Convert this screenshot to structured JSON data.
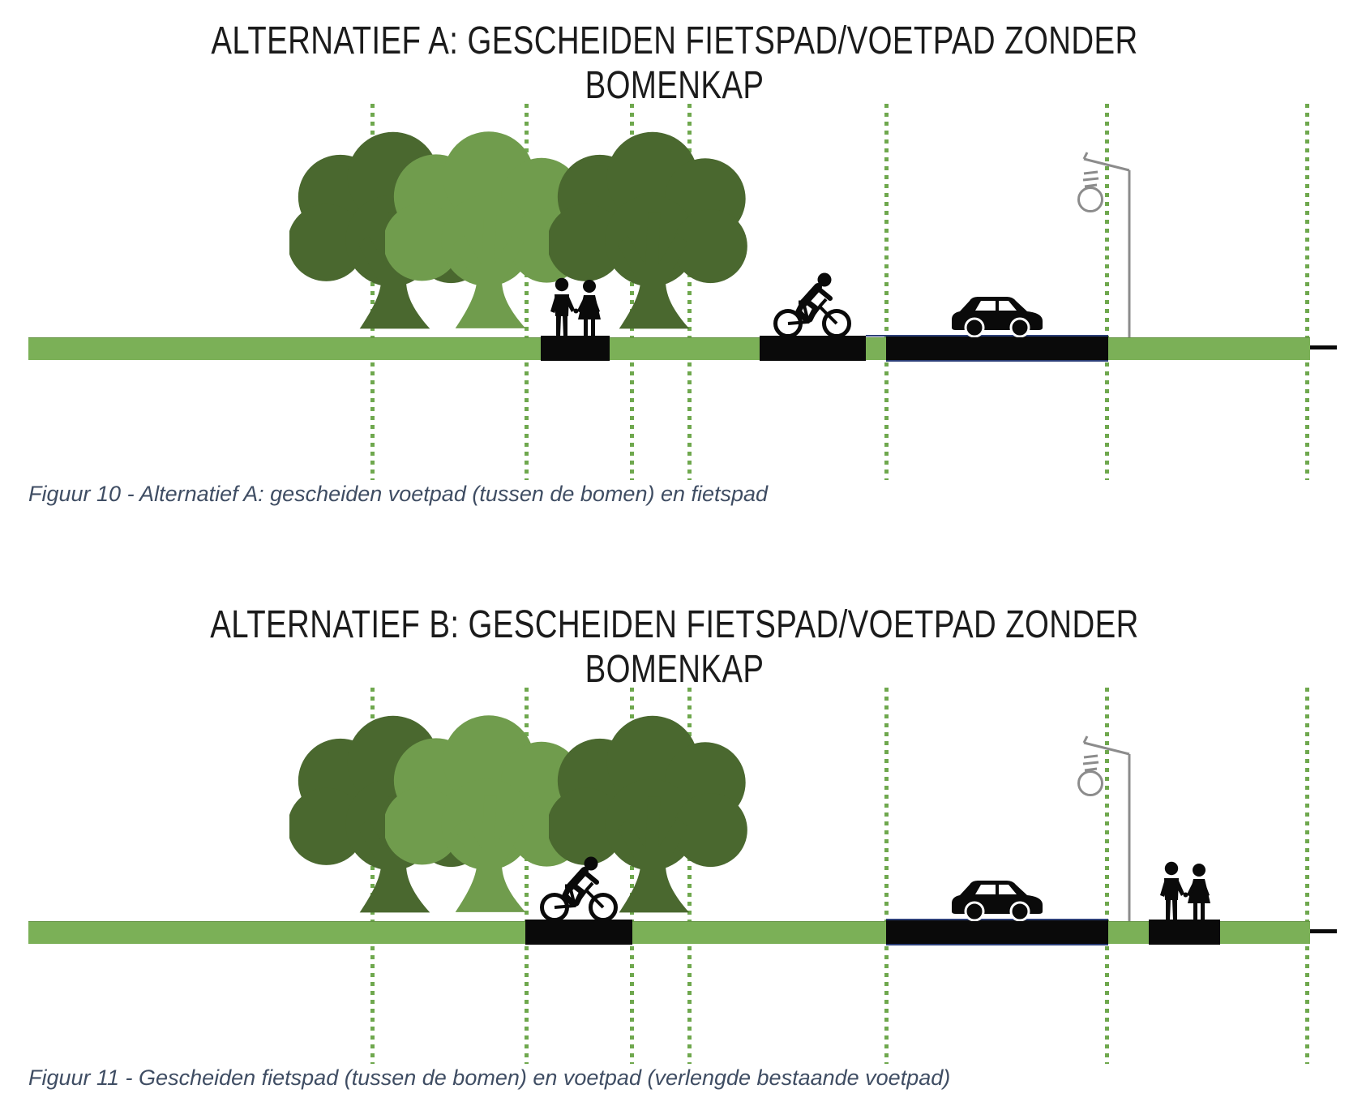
{
  "figures": [
    {
      "id": "A",
      "title": "ALTERNATIEF A: GESCHEIDEN FIETSPAD/VOETPAD ZONDER BOMENKAP",
      "caption": "Figuur 10 - Alternatief A: gescheiden voetpad (tussen de bomen) en fietspad"
    },
    {
      "id": "B",
      "title": "ALTERNATIEF B: GESCHEIDEN FIETSPAD/VOETPAD ZONDER BOMENKAP",
      "caption": "Figuur 11 - Gescheiden fietspad (tussen de bomen) en voetpad (verlengde bestaande voetpad)"
    }
  ],
  "icons": {
    "tree_dark": "tree-dark-icon",
    "tree_light": "tree-light-icon",
    "pedestrian_couple": "pedestrian-couple-icon",
    "cyclist": "cyclist-icon",
    "car": "car-icon",
    "streetlight": "streetlight-icon"
  },
  "colors": {
    "ground": "#7BB057",
    "dots": "#6FA84E",
    "tree_dark": "#4A682F",
    "tree_light": "#709C4D",
    "path_black": "#0A0A0A",
    "road_edge": "#2C3F78",
    "lamp": "#8C8C8C",
    "title_ink": "#1B1B1B",
    "caption_ink": "#3F4D63"
  }
}
